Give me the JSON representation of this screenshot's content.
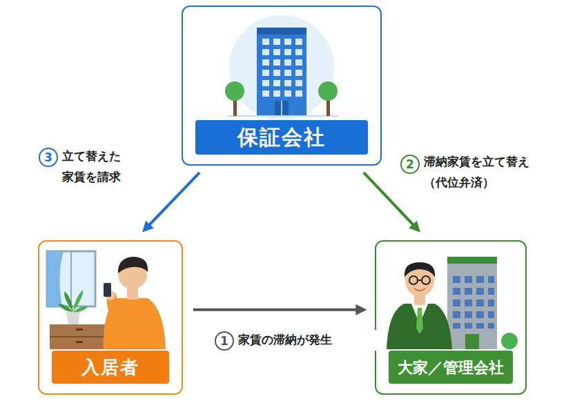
{
  "diagram": {
    "nodes": [
      {
        "text": [
          "保証会社"
        ]
      },
      {
        "text": [
          "入居者"
        ]
      },
      {
        "text": [
          "大家／管理会社"
        ]
      }
    ],
    "edges": [
      {
        "from": 1,
        "to": 2,
        "arrow": "to",
        "label": "家賃の滞納が発生"
      },
      {
        "from": 0,
        "to": 2,
        "arrow": "to",
        "label": "滞納家賃を立て替え （代位弁済）"
      },
      {
        "from": 0,
        "to": 1,
        "arrow": "to",
        "label": "立て替えた 家賃を請求"
      }
    ],
    "labels": [
      "1",
      "2",
      "3"
    ]
  }
}
